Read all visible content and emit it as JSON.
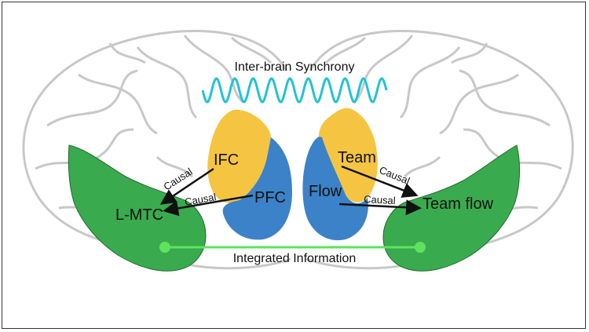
{
  "colors": {
    "green": "#3aaa4f",
    "yellow": "#f5c542",
    "blue": "#3b82c8",
    "wave": "#22c3d3",
    "line": "#5ee35e",
    "outline": "#c8c8c8"
  },
  "titles": {
    "synchrony": "Inter-brain Synchrony",
    "integrated": "Integrated Information"
  },
  "left": {
    "ifc": "IFC",
    "pfc": "PFC",
    "lmtc": "L-MTC",
    "causal1": "Causal",
    "causal2": "Causal"
  },
  "right": {
    "team": "Team",
    "flow": "Flow",
    "teamflow": "Team flow",
    "causal1": "Causal",
    "causal2": "Causal"
  }
}
